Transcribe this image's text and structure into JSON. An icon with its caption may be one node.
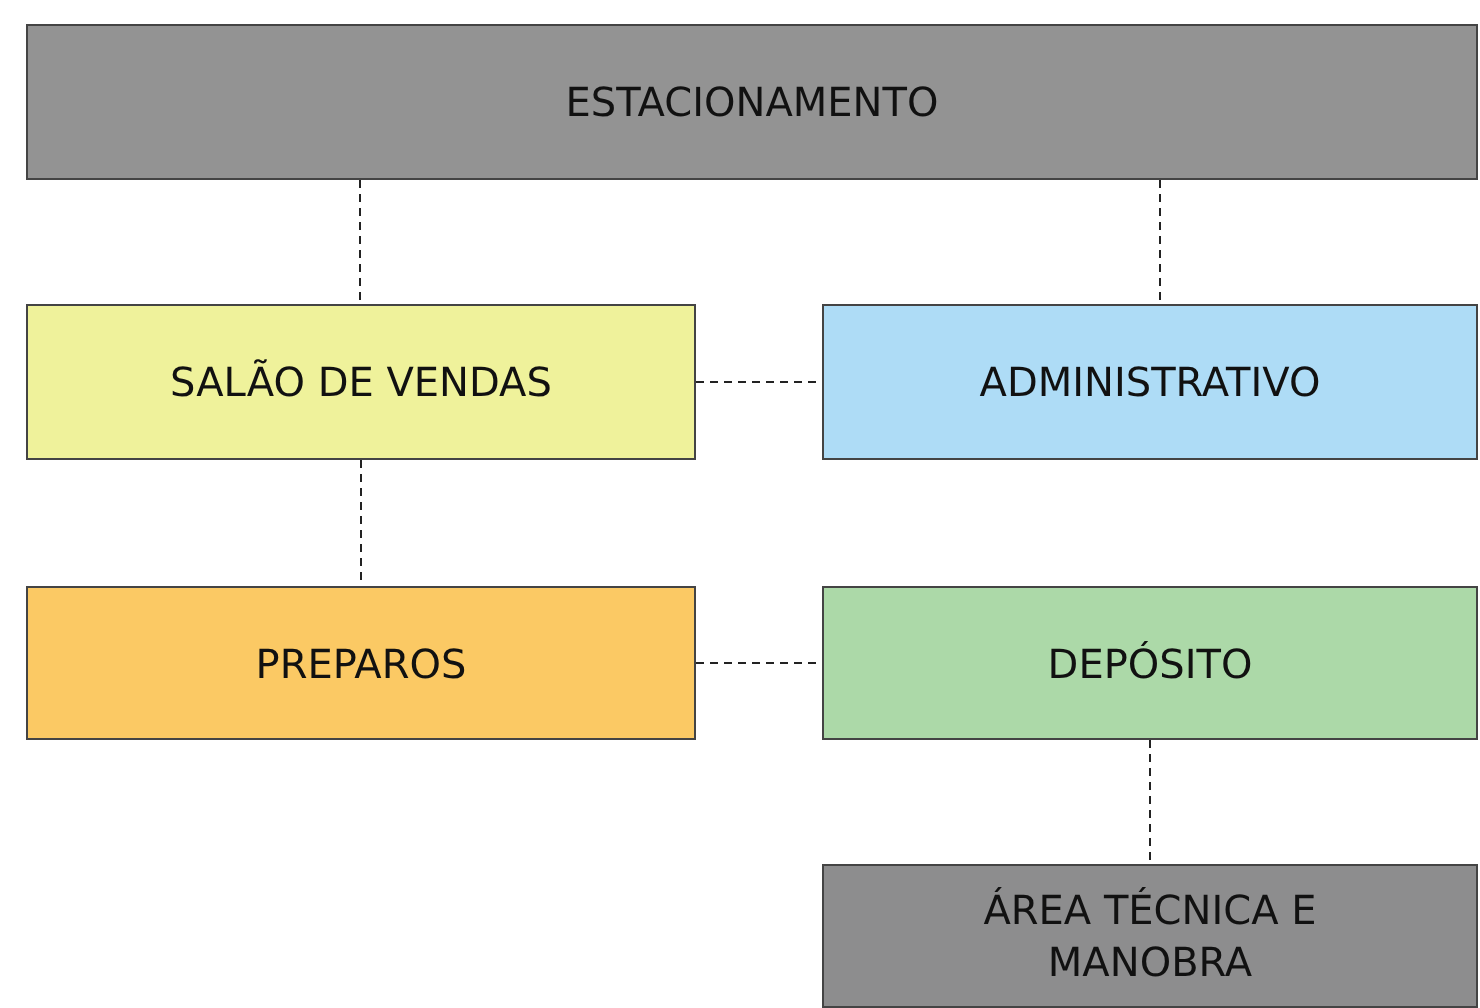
{
  "diagram": {
    "nodes": [
      {
        "text": [
          "ESTACIONAMENTO"
        ]
      },
      {
        "text": [
          "SALÃO DE VENDAS"
        ]
      },
      {
        "text": [
          "ADMINISTRATIVO"
        ]
      },
      {
        "text": [
          "PREPAROS"
        ]
      },
      {
        "text": [
          "DEPÓSITO"
        ]
      },
      {
        "text": [
          "ÁREA TÉCNICA E MANOBRA"
        ]
      }
    ],
    "edges": [
      {
        "from": 0,
        "to": 1,
        "arrow": "none",
        "style": "dashed"
      },
      {
        "from": 0,
        "to": 2,
        "arrow": "none",
        "style": "dashed"
      },
      {
        "from": 1,
        "to": 2,
        "arrow": "none",
        "style": "dashed"
      },
      {
        "from": 1,
        "to": 3,
        "arrow": "none",
        "style": "dashed"
      },
      {
        "from": 3,
        "to": 4,
        "arrow": "none",
        "style": "dashed"
      },
      {
        "from": 4,
        "to": 5,
        "arrow": "none",
        "style": "dashed"
      }
    ]
  }
}
